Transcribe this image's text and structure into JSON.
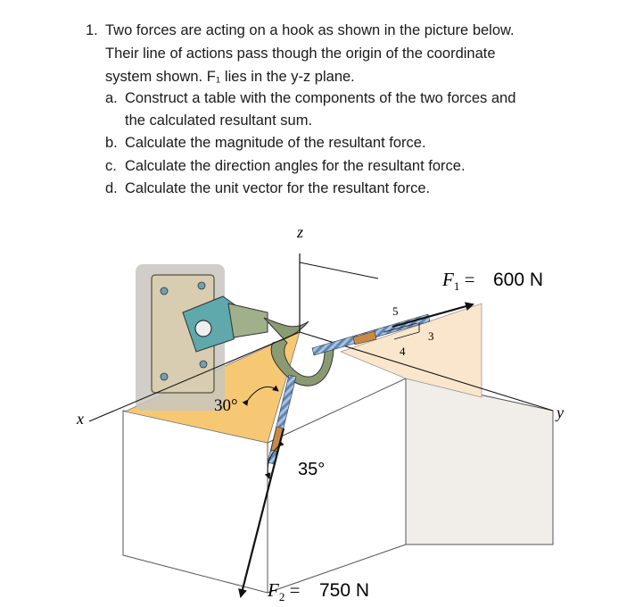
{
  "problem": {
    "number": "1.",
    "lines": [
      "Two forces are acting on a hook as shown in the picture below.",
      "Their line of actions pass though the origin of the coordinate",
      "system shown. F₁ lies in the y-z plane."
    ],
    "parts": [
      {
        "letter": "a.",
        "lines": [
          "Construct a table with the components of the two forces and",
          "the calculated resultant sum."
        ]
      },
      {
        "letter": "b.",
        "lines": [
          "Calculate the magnitude of the resultant force."
        ]
      },
      {
        "letter": "c.",
        "lines": [
          "Calculate the direction angles for the resultant force."
        ]
      },
      {
        "letter": "d.",
        "lines": [
          "Calculate the unit vector for the resultant force."
        ]
      }
    ]
  },
  "figure": {
    "axis_z": "z",
    "axis_x": "x",
    "axis_y": "y",
    "angle_30": "30°",
    "angle_35": "35°",
    "f1": {
      "symbol": "F",
      "subscript": "1",
      "equals": " =",
      "value": "600 N"
    },
    "f2": {
      "symbol": "F",
      "subscript": "2",
      "equals": " =",
      "value": "750 N"
    },
    "slope": {
      "hyp": "5",
      "horiz": "4",
      "vert": "3"
    },
    "colors": {
      "block_front": "#ffffff",
      "block_side": "#f1ede8",
      "top_triangle": "#f7c873",
      "right_plane": "#f9e6cc",
      "hook": "#8a9a72",
      "rope": "#7aa0c8",
      "wall": "#c9c6c0"
    }
  }
}
